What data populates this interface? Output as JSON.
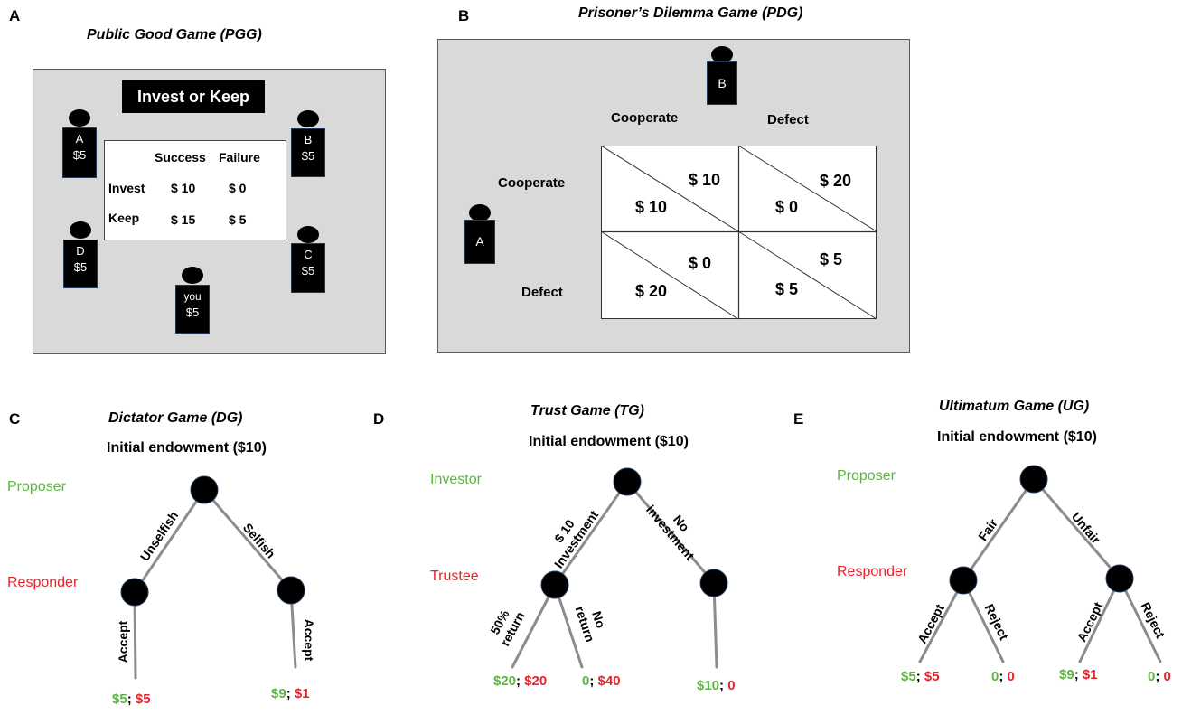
{
  "panels": {
    "a": {
      "letter": "A",
      "title": "Public Good Game (PGG)",
      "banner": "Invest or Keep",
      "table": {
        "col1": "Success",
        "col2": "Failure",
        "row1_label": "Invest",
        "row1_v1": "$ 10",
        "row1_v2": "$ 0",
        "row2_label": "Keep",
        "row2_v1": "$ 15",
        "row2_v2": "$ 5"
      },
      "players": {
        "a": {
          "name": "A",
          "amount": "$5"
        },
        "b": {
          "name": "B",
          "amount": "$5"
        },
        "c": {
          "name": "C",
          "amount": "$5"
        },
        "d": {
          "name": "D",
          "amount": "$5"
        },
        "you": {
          "name": "you",
          "amount": "$5"
        }
      }
    },
    "b": {
      "letter": "B",
      "title": "Prisoner’s  Dilemma Game (PDG)",
      "player_b": "B",
      "player_a": "A",
      "col_cooperate": "Cooperate",
      "col_defect": "Defect",
      "row_cooperate": "Cooperate",
      "row_defect": "Defect",
      "cells": {
        "cc_b": "$ 10",
        "cc_a": "$ 10",
        "cd_b": "$ 20",
        "cd_a": "$ 0",
        "dc_b": "$ 0",
        "dc_a": "$ 20",
        "dd_b": "$ 5",
        "dd_a": "$ 5"
      }
    },
    "c": {
      "letter": "C",
      "title": "Dictator Game (DG)",
      "endowment": "Initial endowment ($10)",
      "proposer": "Proposer",
      "responder": "Responder",
      "branch_left": "Unselfish",
      "branch_right": "Selfish",
      "accept_left": "Accept",
      "accept_right": "Accept",
      "payoff_left_p": "$5",
      "payoff_left_sep": "; ",
      "payoff_left_r": "$5",
      "payoff_right_p": "$9",
      "payoff_right_sep": "; ",
      "payoff_right_r": "$1"
    },
    "d": {
      "letter": "D",
      "title": "Trust Game (TG)",
      "endowment": "Initial endowment ($10)",
      "investor": "Investor",
      "trustee": "Trustee",
      "branch_left_1": "$ 10",
      "branch_left_2": "Investment",
      "branch_right_1": "No",
      "branch_right_2": "investment",
      "sub_left_1": "50%",
      "sub_left_2": "return",
      "sub_right_1": "No",
      "sub_right_2": "return",
      "payoff1_p": "$20",
      "payoff1_sep": "; ",
      "payoff1_r": "$20",
      "payoff2_p": "0",
      "payoff2_sep": "; ",
      "payoff2_r": "$40",
      "payoff3_p": "$10",
      "payoff3_sep": "; ",
      "payoff3_r": "0"
    },
    "e": {
      "letter": "E",
      "title": "Ultimatum Game (UG)",
      "endowment": "Initial endowment ($10)",
      "proposer": "Proposer",
      "responder": "Responder",
      "branch_left": "Fair",
      "branch_right": "Unfair",
      "l_accept": "Accept",
      "l_reject": "Reject",
      "r_accept": "Accept",
      "r_reject": "Reject",
      "payoff1_p": "$5",
      "payoff1_sep": "; ",
      "payoff1_r": "$5",
      "payoff2_p": "0",
      "payoff2_sep": "; ",
      "payoff2_r": "0",
      "payoff3_p": "$9",
      "payoff3_sep": "; ",
      "payoff3_r": "$1",
      "payoff4_p": "0",
      "payoff4_sep": "; ",
      "payoff4_r": "0"
    }
  },
  "colors": {
    "proposer_green": "#5fb343",
    "responder_red": "#e8232b",
    "panel_gray": "#d9d9d9",
    "line_gray": "#8c8c8c"
  }
}
